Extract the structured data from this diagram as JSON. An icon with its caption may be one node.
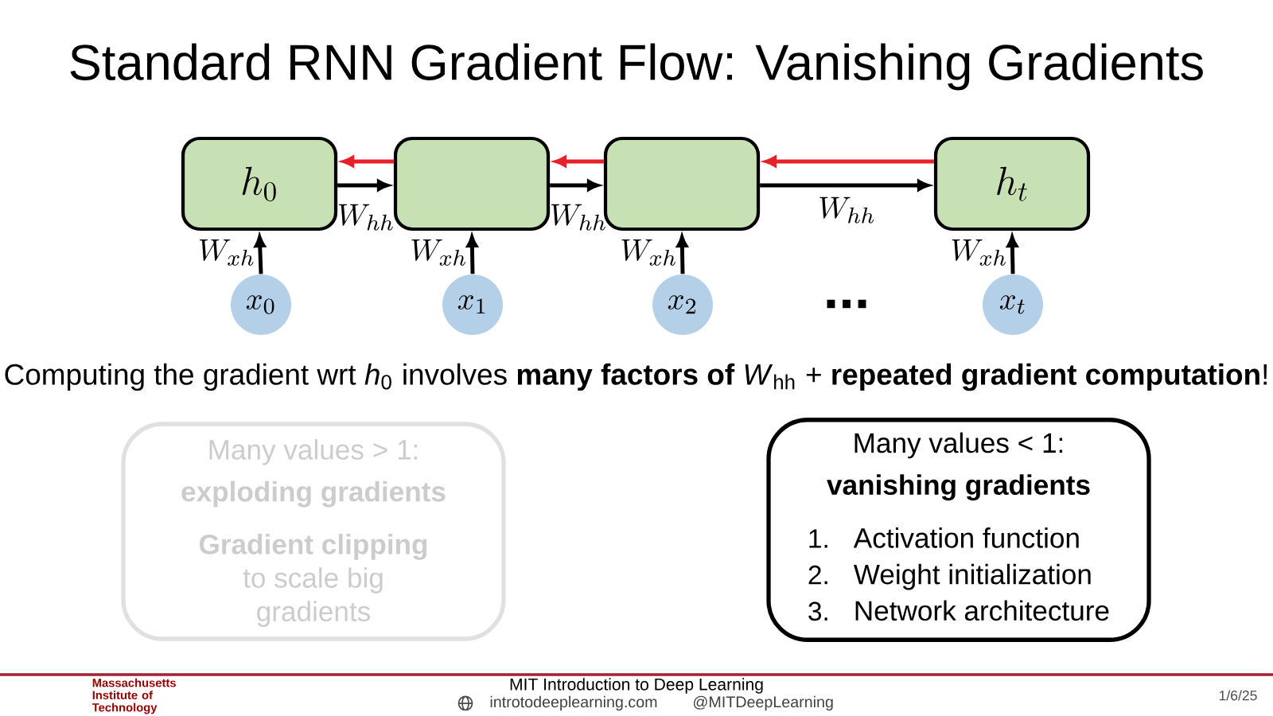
{
  "diagram": {
    "title": "Standard RNN Gradient Flow: Vanishing Gradients",
    "nodes": [
      {
        "text": [
          "h_0"
        ]
      },
      {
        "text": [],
        "shape": "box"
      },
      {
        "text": [],
        "shape": "box"
      },
      {
        "text": [
          "h_t"
        ]
      },
      {
        "text": [
          "x_0"
        ]
      },
      {
        "text": [
          "x_1"
        ]
      },
      {
        "text": [
          "x_2"
        ]
      },
      {
        "text": [
          "x_t"
        ]
      },
      {
        "text": [
          "Many values > 1:",
          "exploding gradients",
          "**Gradient clipping** to scale big gradients"
        ]
      },
      {
        "text": [
          "Many values < 1:",
          "vanishing gradients",
          "1.",
          "Activation function",
          "2.",
          "Weight initialization",
          "3.",
          "Network architecture"
        ]
      }
    ],
    "edges": [
      {
        "from": 0,
        "to": 1,
        "arrow": "to",
        "label": "W_{hh}"
      },
      {
        "from": 1,
        "to": 2,
        "arrow": "to",
        "label": "W_{hh}"
      },
      {
        "from": 2,
        "to": 3,
        "arrow": "to",
        "label": "W_{hh}"
      },
      {
        "from": 1,
        "to": 0,
        "arrow": "to",
        "color": "#e8202a"
      },
      {
        "from": 2,
        "to": 1,
        "arrow": "to",
        "color": "#e8202a"
      },
      {
        "from": 3,
        "to": 2,
        "arrow": "to",
        "color": "#e8202a"
      },
      {
        "from": 4,
        "to": 0,
        "arrow": "to",
        "label": "W_{xh}"
      },
      {
        "from": 5,
        "to": 1,
        "arrow": "to",
        "label": "W_{xh}"
      },
      {
        "from": 6,
        "to": 2,
        "arrow": "to",
        "label": "W_{xh}"
      },
      {
        "from": 7,
        "to": 3,
        "arrow": "to",
        "label": "W_{xh}"
      }
    ],
    "labels": [
      "...",
      "Computing the gradient wrt *h*$_{0}$ involves **many factors of** *W*$_{hh}$ + **repeated gradient computation**!",
      "Massachusetts Institute of Technology",
      "MIT Introduction to Deep Learning",
      "introtodeeplearning.com",
      "@MITDeepLearning",
      "1/6/25"
    ]
  }
}
